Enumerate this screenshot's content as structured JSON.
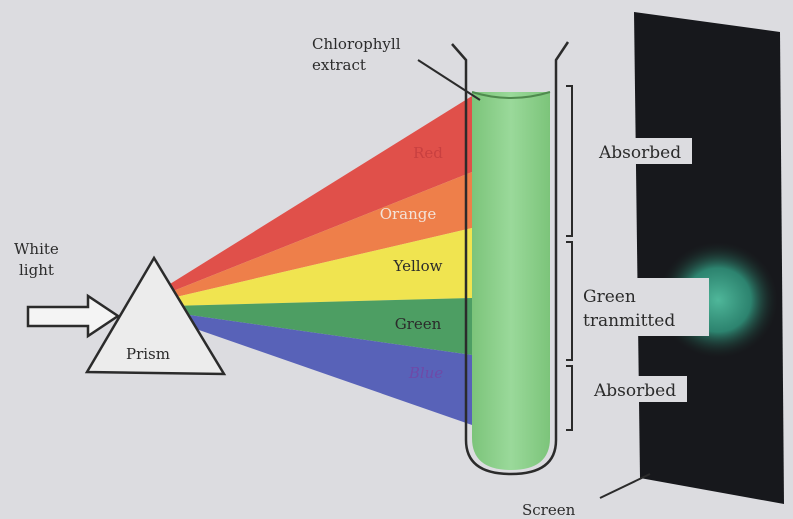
{
  "labels": {
    "white_light": [
      "White",
      "light"
    ],
    "prism": "Prism",
    "chlorophyll_extract": [
      "Chlorophyll",
      "extract"
    ],
    "screen": "Screen"
  },
  "bands": [
    {
      "name": "Red",
      "color": "#e0504a",
      "text_color": "#c94040"
    },
    {
      "name": "Orange",
      "color": "#ee7f4a",
      "text_color": "#f3e3d8"
    },
    {
      "name": "Yellow",
      "color": "#f0e450",
      "text_color": "#2b2b2b"
    },
    {
      "name": "Green",
      "color": "#4d9e63",
      "text_color": "#2b2b2b"
    },
    {
      "name": "Blue",
      "color": "#5862b8",
      "text_color": "#6e4aa8"
    }
  ],
  "screen_labels": {
    "absorbed_top": "Absorbed",
    "green_transmitted": [
      "Green",
      "tranmitted"
    ],
    "absorbed_bottom": "Absorbed"
  },
  "colors": {
    "background": "#dcdce0",
    "test_tube": "#8fd08c",
    "screen": "#17181c",
    "green_spot": "#3aa68a"
  }
}
